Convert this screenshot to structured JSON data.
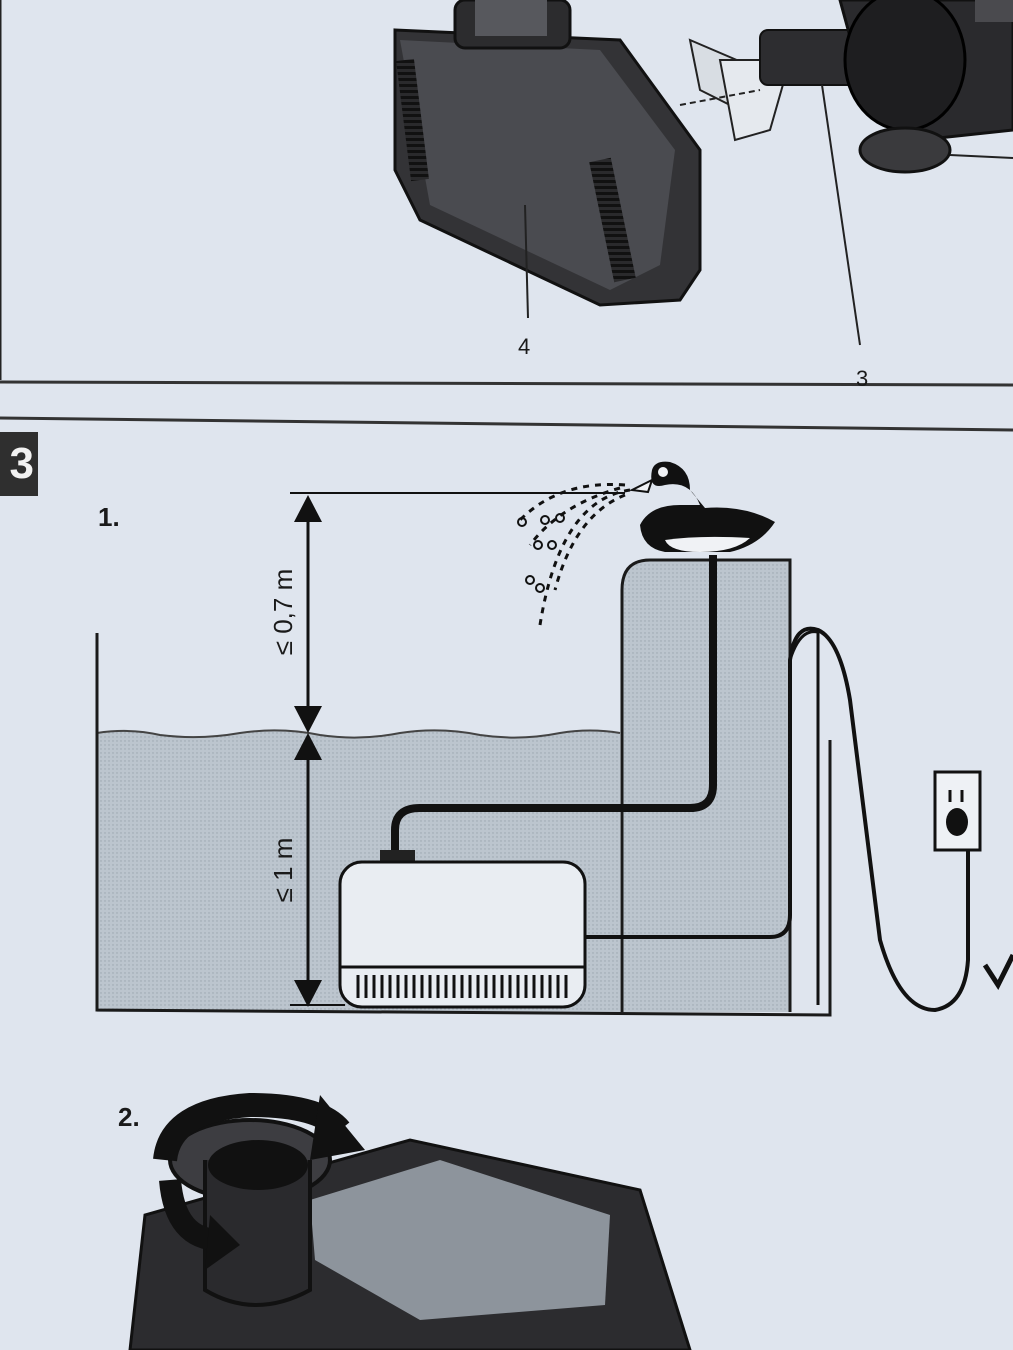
{
  "callouts": {
    "item4": "4",
    "item3": "3"
  },
  "section": {
    "badge": "3"
  },
  "steps": {
    "step1": "1.",
    "step2": "2."
  },
  "dimensions": {
    "max_lift": "≤ 0,7 m",
    "max_depth": "≤ 1 m"
  },
  "colors": {
    "background": "#dfe5ee",
    "water": "#b9c3cc",
    "line": "#1a1a1a",
    "pump_body": "#2b2b2d"
  },
  "icons": [
    "duck-figure",
    "water-spray",
    "wall-socket-icon",
    "rotate-arrow-icon",
    "submersible-pump",
    "impeller"
  ]
}
